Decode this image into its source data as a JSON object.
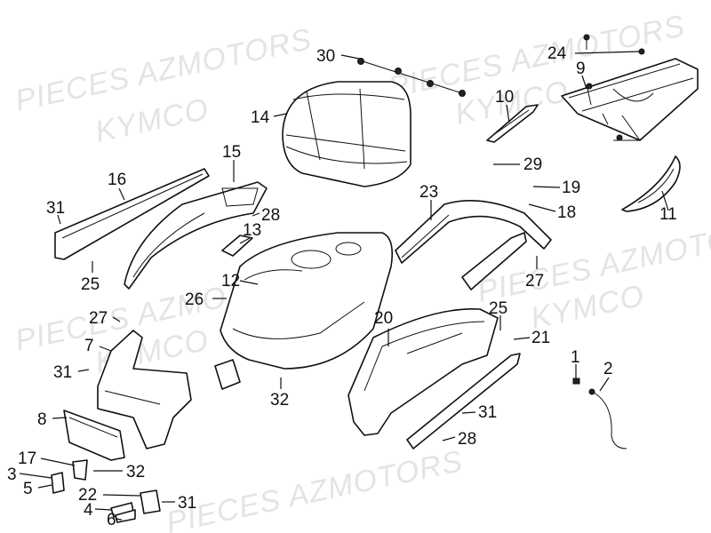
{
  "watermarks": [
    {
      "id": "wm1",
      "text": "PIECES AZMOTORS"
    },
    {
      "id": "wm2",
      "text": "KYMCO"
    },
    {
      "id": "wm3",
      "text": "PIECES AZMOTORS"
    },
    {
      "id": "wm4",
      "text": "KYMCO"
    },
    {
      "id": "wm5",
      "text": "PIECES AZMOTORS"
    },
    {
      "id": "wm6",
      "text": "KYMCO"
    },
    {
      "id": "wm7",
      "text": "PIECES AZMOTORS"
    },
    {
      "id": "wm8",
      "text": "KYMCO"
    }
  ],
  "callouts": [
    {
      "id": "30",
      "label": "30"
    },
    {
      "id": "24",
      "label": "24"
    },
    {
      "id": "9",
      "label": "9"
    },
    {
      "id": "14",
      "label": "14"
    },
    {
      "id": "10",
      "label": "10"
    },
    {
      "id": "15",
      "label": "15"
    },
    {
      "id": "16",
      "label": "16"
    },
    {
      "id": "31a",
      "label": "31"
    },
    {
      "id": "28a",
      "label": "28"
    },
    {
      "id": "29",
      "label": "29"
    },
    {
      "id": "19",
      "label": "19"
    },
    {
      "id": "23",
      "label": "23"
    },
    {
      "id": "18",
      "label": "18"
    },
    {
      "id": "11",
      "label": "11"
    },
    {
      "id": "13",
      "label": "13"
    },
    {
      "id": "25a",
      "label": "25"
    },
    {
      "id": "27a",
      "label": "27"
    },
    {
      "id": "12",
      "label": "12"
    },
    {
      "id": "26",
      "label": "26"
    },
    {
      "id": "27b",
      "label": "27"
    },
    {
      "id": "20",
      "label": "20"
    },
    {
      "id": "25b",
      "label": "25"
    },
    {
      "id": "21",
      "label": "21"
    },
    {
      "id": "7",
      "label": "7"
    },
    {
      "id": "31b",
      "label": "31"
    },
    {
      "id": "1",
      "label": "1"
    },
    {
      "id": "2",
      "label": "2"
    },
    {
      "id": "32a",
      "label": "32"
    },
    {
      "id": "31c",
      "label": "31"
    },
    {
      "id": "8",
      "label": "8"
    },
    {
      "id": "28b",
      "label": "28"
    },
    {
      "id": "17",
      "label": "17"
    },
    {
      "id": "3",
      "label": "3"
    },
    {
      "id": "32b",
      "label": "32"
    },
    {
      "id": "5",
      "label": "5"
    },
    {
      "id": "22",
      "label": "22"
    },
    {
      "id": "31d",
      "label": "31"
    },
    {
      "id": "4",
      "label": "4"
    },
    {
      "id": "6",
      "label": "6"
    }
  ]
}
